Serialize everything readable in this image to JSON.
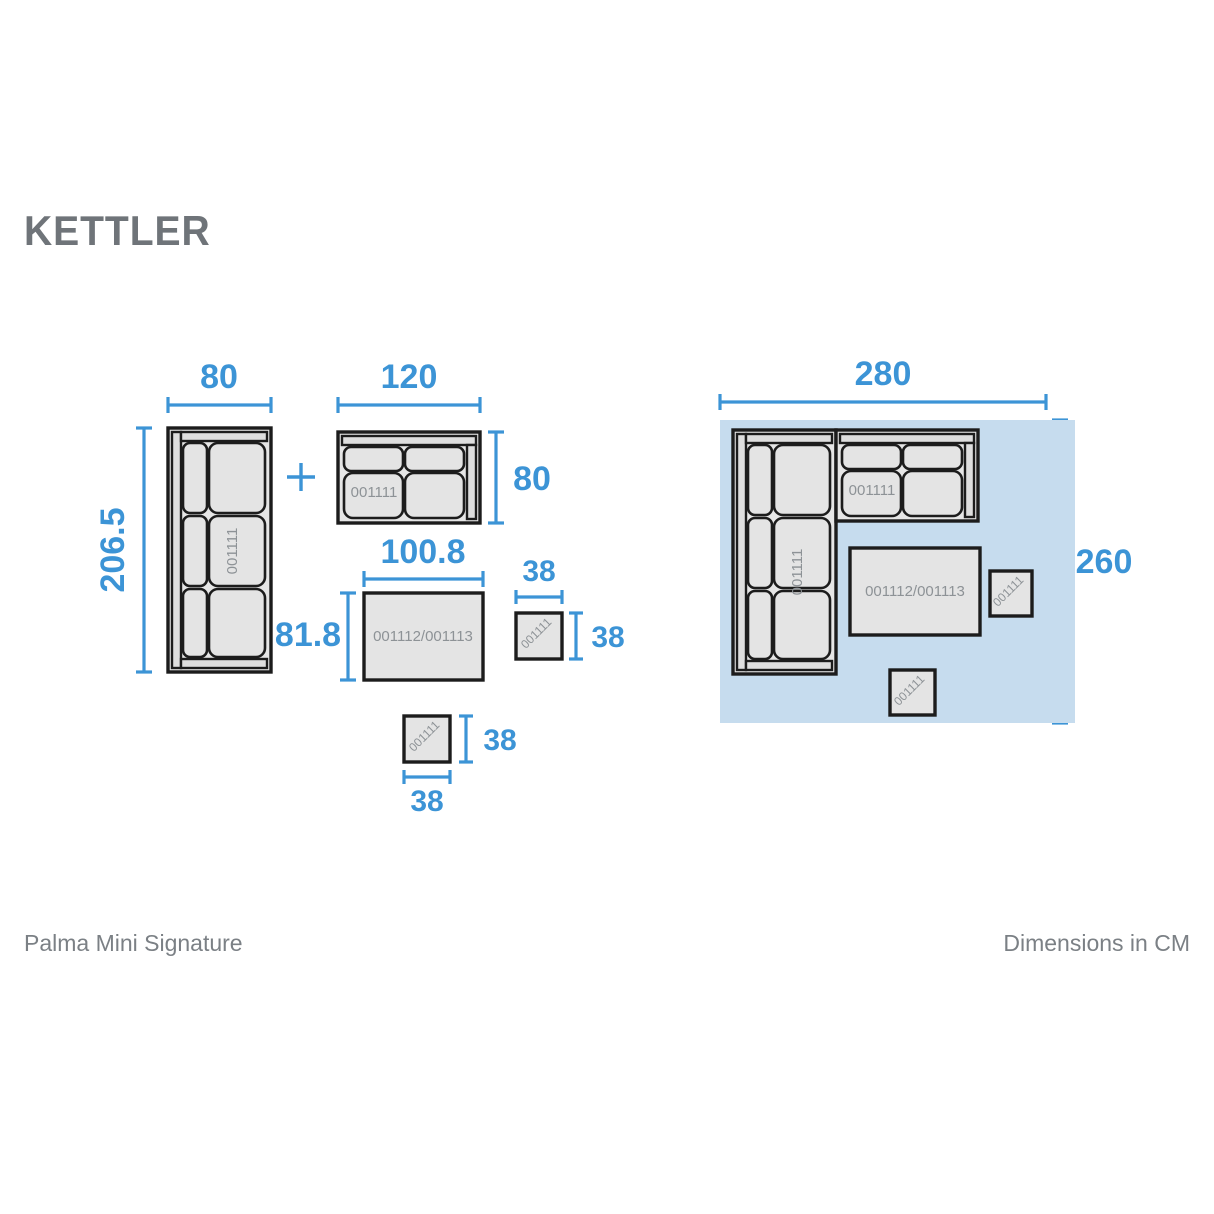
{
  "brand": {
    "logo_text": "KETTLER"
  },
  "footer": {
    "product_name": "Palma Mini Signature",
    "units_note": "Dimensions in CM"
  },
  "symbols": {
    "plus": "+"
  },
  "product_codes": {
    "sofa": "001111",
    "table": "001112/001113",
    "stool": "001111"
  },
  "components": [
    {
      "id": "corner-sofa",
      "name": "3-seater corner sofa",
      "code": "001111",
      "width_label": "80",
      "height_label": "206.5",
      "width_cm": 80,
      "height_cm": 206.5,
      "seats": 3
    },
    {
      "id": "two-seater-sofa",
      "name": "2-seater sofa",
      "code": "001111",
      "width_label": "120",
      "height_label": "80",
      "width_cm": 120,
      "height_cm": 80,
      "seats": 2
    },
    {
      "id": "coffee-table",
      "name": "Coffee table",
      "code": "001112/001113",
      "width_label": "100.8",
      "height_label": "81.8",
      "width_cm": 100.8,
      "height_cm": 81.8
    },
    {
      "id": "stool-a",
      "name": "Stool",
      "code": "001111",
      "width_label": "38",
      "height_label": "38",
      "width_cm": 38,
      "height_cm": 38
    },
    {
      "id": "stool-b",
      "name": "Stool",
      "code": "001111",
      "width_label": "38",
      "height_label": "38",
      "width_cm": 38,
      "height_cm": 38
    }
  ],
  "arrangement": {
    "name": "L-shaped set layout",
    "width_label": "280",
    "height_label": "260",
    "width_cm": 280,
    "height_cm": 260,
    "items": [
      "corner-sofa",
      "two-seater-sofa",
      "coffee-table",
      "stool-a",
      "stool-b"
    ]
  },
  "colors": {
    "dimension_blue": "#3c94d6",
    "floor_blue": "#c6dcee",
    "furniture_fill": "#e4e4e4",
    "outline": "#1c1c1c",
    "logo_gray": "#6f7479",
    "footer_gray": "#7b8085"
  }
}
